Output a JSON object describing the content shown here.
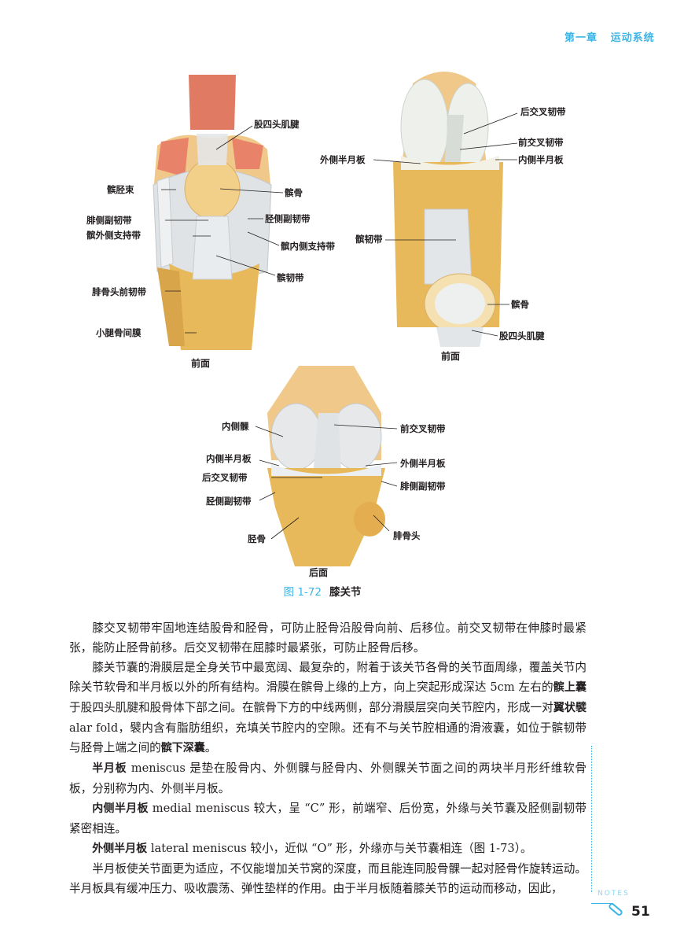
{
  "header": {
    "chapter": "第一章",
    "section": "运动系统"
  },
  "figure": {
    "number": "图 1-72",
    "title": "膝关节",
    "anterior_1": {
      "view": "前面",
      "labels": [
        "股四头肌腱",
        "髌胫束",
        "髌骨",
        "腓侧副韧带",
        "胫侧副韧带",
        "髌外侧支持带",
        "髌内侧支持带",
        "髌韧带",
        "腓骨头前韧带",
        "小腿骨间膜"
      ]
    },
    "anterior_2": {
      "view": "前面",
      "labels": [
        "后交叉韧带",
        "前交叉韧带",
        "外侧半月板",
        "内侧半月板",
        "髌韧带",
        "髌骨",
        "股四头肌腱"
      ]
    },
    "posterior": {
      "view": "后面",
      "labels": [
        "内侧髁",
        "前交叉韧带",
        "内侧半月板",
        "外侧半月板",
        "后交叉韧带",
        "腓侧副韧带",
        "胫侧副韧带",
        "胫骨",
        "腓骨头"
      ]
    }
  },
  "body": {
    "p1": "膝交叉韧带牢固地连结股骨和胫骨，可防止胫骨沿股骨向前、后移位。前交叉韧带在伸膝时最紧张，能防止胫骨前移。后交叉韧带在屈膝时最紧张，可防止胫骨后移。",
    "p2a": "膝关节囊的滑膜层是全身关节中最宽阔、最复杂的，附着于该关节各骨的关节面周缘，覆盖关节内除关节软骨和半月板以外的所有结构。滑膜在髌骨上缘的上方，向上突起形成深达 5cm 左右的",
    "p2b": "髌上囊",
    "p2c": "于股四头肌腱和股骨体下部之间。在髌骨下方的中线两侧，部分滑膜层突向关节腔内，形成一对",
    "p2d": "翼状襞",
    "p2e": " alar fold，襞内含有脂肪组织，充填关节腔内的空隙。还有不与关节腔相通的滑液囊，如位于髌韧带与胫骨上端之间的",
    "p2f": "髌下深囊",
    "p2g": "。",
    "p3a": "半月板",
    "p3b": " meniscus 是垫在股骨内、外侧髁与胫骨内、外侧髁关节面之间的两块半月形纤维软骨板，分别称为内、外侧半月板。",
    "p4a": "内侧半月板",
    "p4b": " medial meniscus 较大，呈 “C” 形，前端窄、后份宽，外缘与关节囊及胫侧副韧带紧密相连。",
    "p5a": "外侧半月板",
    "p5b": " lateral meniscus 较小，近似 “O” 形，外缘亦与关节囊相连（图 1-73）。",
    "p6": "半月板使关节面更为适应，不仅能增加关节窝的深度，而且能连同股骨髁一起对胫骨作旋转运动。半月板具有缓冲压力、吸收震荡、弹性垫样的作用。由于半月板随着膝关节的运动而移动，因此，"
  },
  "footer": {
    "notes": "NOTES",
    "page": "51"
  },
  "colors": {
    "accent": "#3bb4e6",
    "bone": "#e8b95a",
    "ligament": "#dfe3e6",
    "muscle": "#e07a63"
  }
}
